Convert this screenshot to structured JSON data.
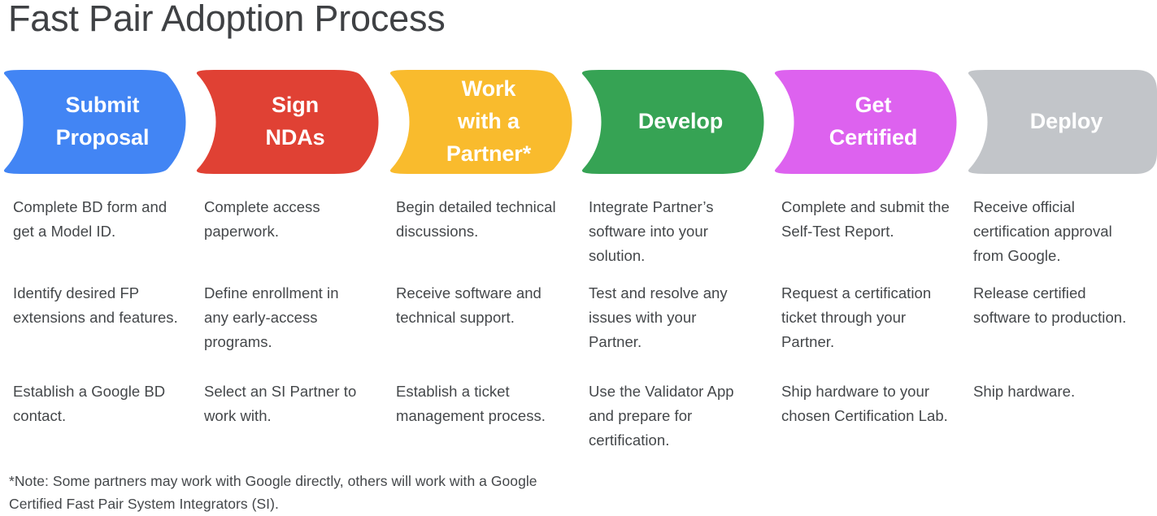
{
  "page": {
    "title": "Fast Pair Adoption Process",
    "title_color": "#3f4144",
    "background": "#ffffff",
    "body_text_color": "#44474a"
  },
  "banner": {
    "segments": [
      {
        "label": "Submit\nProposal",
        "color": "#4285f4",
        "name": "submit-proposal"
      },
      {
        "label": "Sign\nNDAs",
        "color": "#e04134",
        "name": "sign-ndas"
      },
      {
        "label": "Work\nwith a\nPartner*",
        "color": "#f9bb2d",
        "name": "work-with-a-partner"
      },
      {
        "label": "Develop",
        "color": "#36a354",
        "name": "develop"
      },
      {
        "label": "Get\nCertified",
        "color": "#dd62ef",
        "name": "get-certified"
      },
      {
        "label": "Deploy",
        "color": "#c2c5c9",
        "name": "deploy"
      }
    ]
  },
  "columns": [
    {
      "step": "Submit Proposal",
      "items": [
        "Complete BD form and get a Model ID.",
        "Identify desired FP extensions and features.",
        "Establish a Google BD contact."
      ]
    },
    {
      "step": "Sign NDAs",
      "items": [
        "Complete access paperwork.",
        "Define enrollment in any early-access programs.",
        "Select an SI Partner to work with."
      ]
    },
    {
      "step": "Work with a Partner*",
      "items": [
        "Begin detailed technical discussions.",
        "Receive software and technical support.",
        "Establish a ticket management process."
      ]
    },
    {
      "step": "Develop",
      "items": [
        "Integrate Partner’s software into your solution.",
        "Test and resolve any issues with your Partner.",
        "Use the Validator App and prepare for certification."
      ]
    },
    {
      "step": "Get Certified",
      "items": [
        "Complete and submit the Self-Test Report.",
        "Request a certification ticket through your Partner.",
        "Ship hardware to your chosen Certification Lab."
      ]
    },
    {
      "step": "Deploy",
      "items": [
        "Receive official certification approval from Google.",
        "Release certified software to production.",
        "Ship hardware."
      ]
    }
  ],
  "footnote": "*Note: Some partners may work with Google directly, others will work with a Google Certified Fast Pair System Integrators (SI)."
}
